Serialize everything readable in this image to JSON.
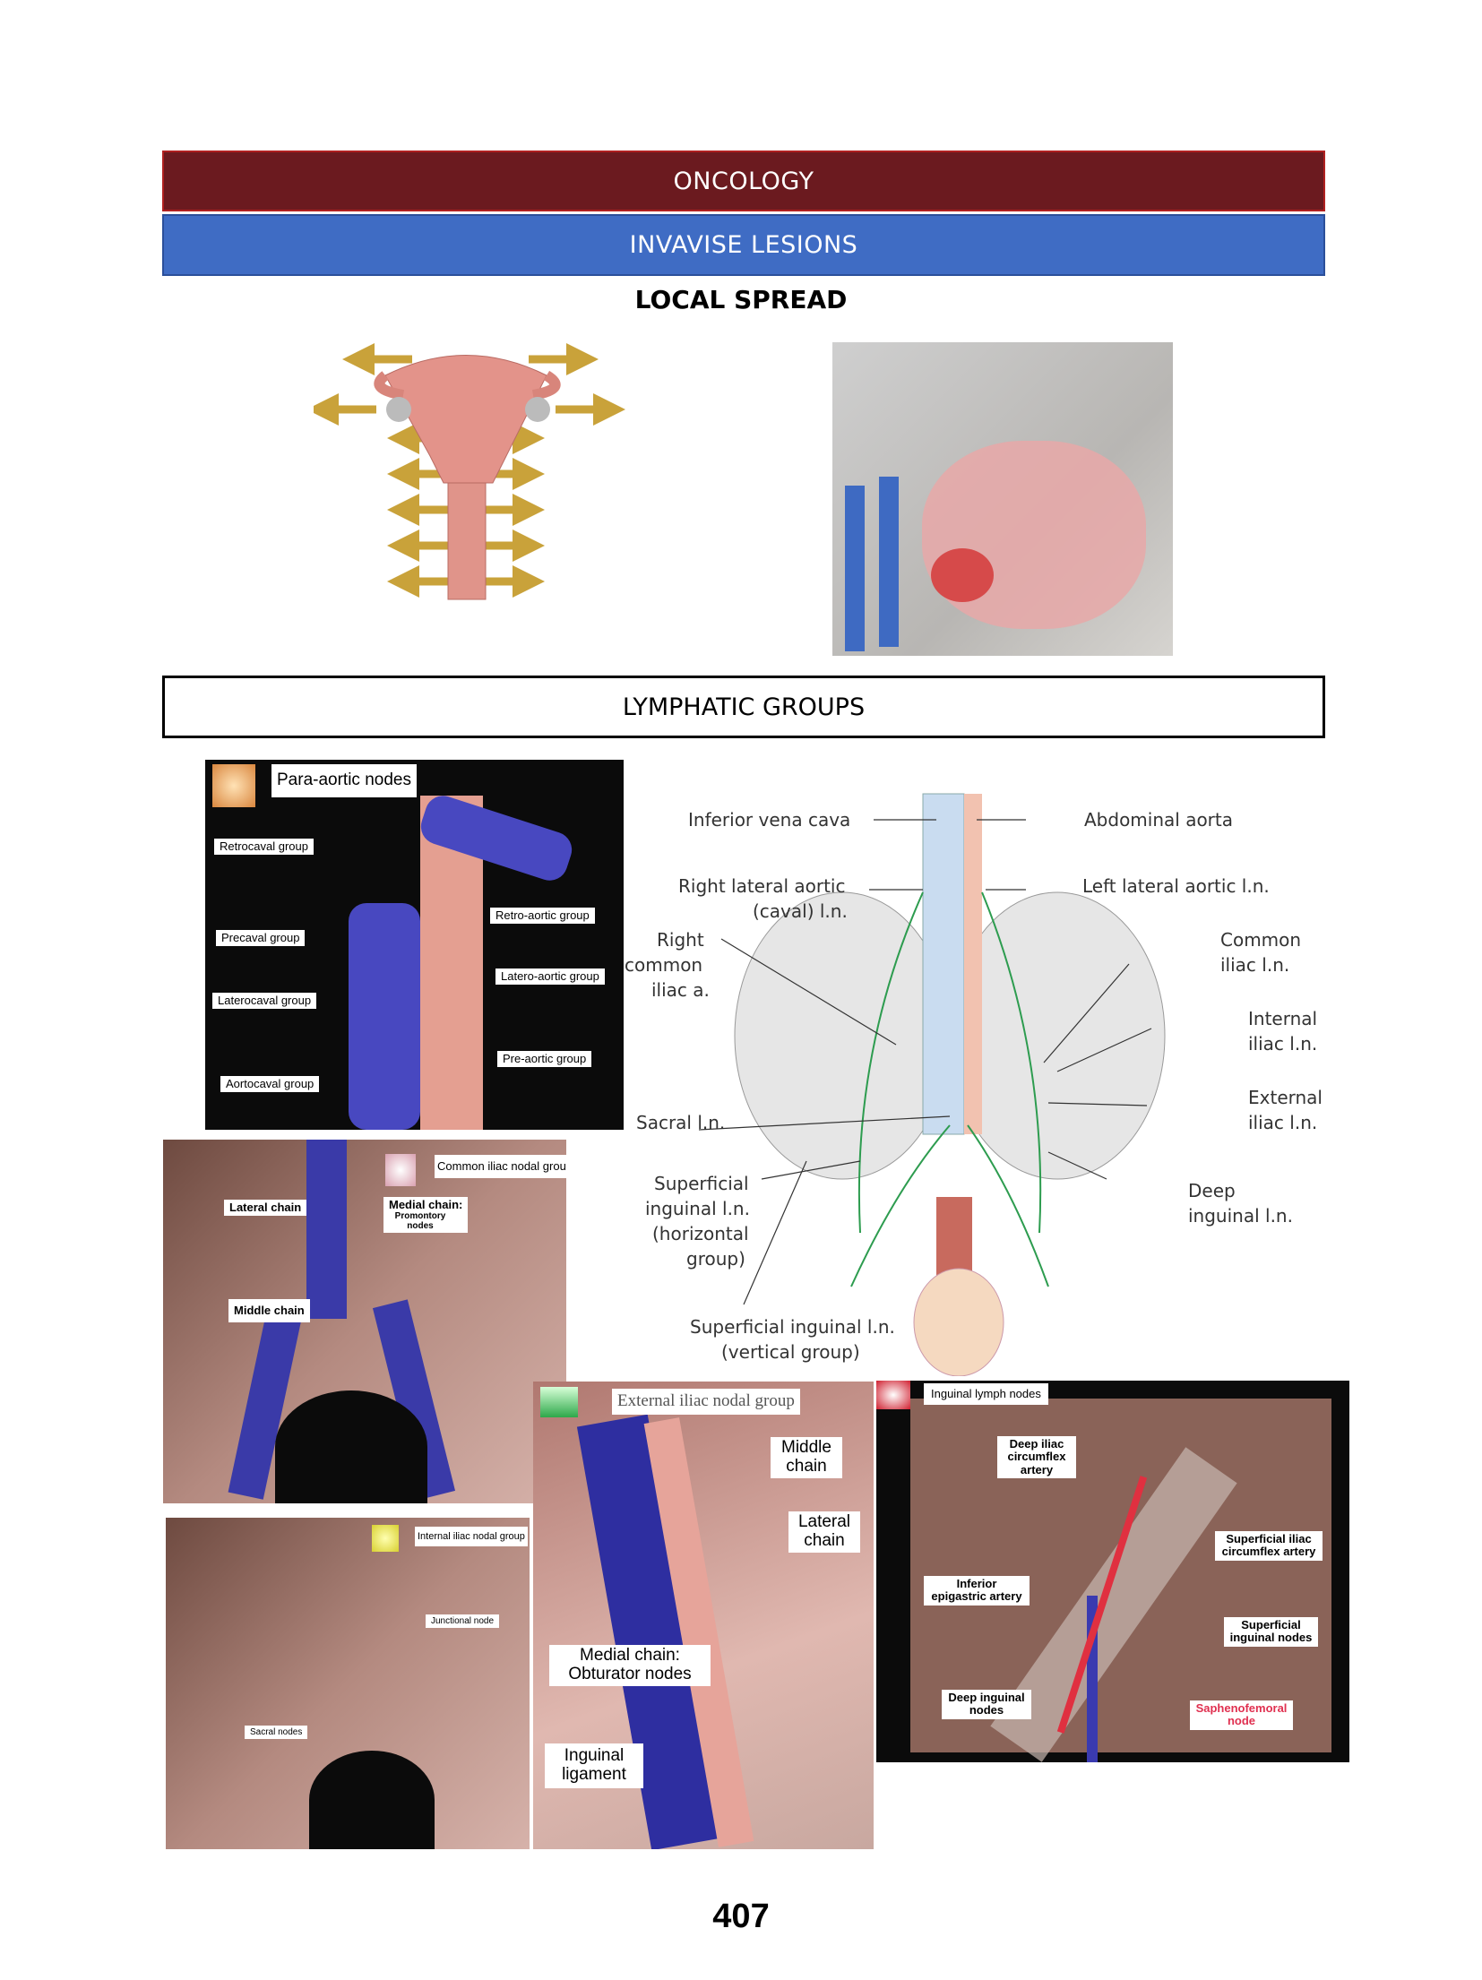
{
  "header": {
    "section": "ONCOLOGY",
    "subsection": "INVAVISE LESIONS",
    "heading": "LOCAL SPREAD",
    "lymph_heading": "LYMPHATIC GROUPS"
  },
  "para_aortic": {
    "title": "Para-aortic nodes",
    "labels": [
      "Retrocaval group",
      "Precaval group",
      "Laterocaval group",
      "Aortocaval group",
      "Retro-aortic group",
      "Latero-aortic group",
      "Pre-aortic group"
    ]
  },
  "diagram": {
    "labels": [
      "Inferior vena cava",
      "Abdominal aorta",
      "Right lateral aortic",
      "(caval) l.n.",
      "Left lateral aortic l.n.",
      "Right",
      "common",
      "iliac a.",
      "Common",
      "iliac l.n.",
      "Internal",
      "iliac l.n.",
      "External",
      "iliac l.n.",
      "Sacral l.n.",
      "Deep",
      "inguinal l.n.",
      "Superficial",
      "inguinal l.n.",
      "(horizontal",
      "group)",
      "Superficial inguinal l.n.",
      "(vertical group)"
    ]
  },
  "common_iliac": {
    "title": "Common iliac nodal group",
    "lateral": "Lateral chain",
    "medial": "Medial chain:",
    "medial_sub": "Promontory nodes",
    "middle": "Middle chain"
  },
  "internal_iliac": {
    "title": "Internal iliac nodal group",
    "junctional": "Junctional node",
    "sacral": "Sacral nodes"
  },
  "external_iliac": {
    "title": "External iliac nodal group",
    "middle": "Middle chain",
    "lateral": "Lateral chain",
    "medial": "Medial chain: Obturator nodes",
    "ligament": "Inguinal ligament"
  },
  "inguinal": {
    "title": "Inguinal lymph nodes",
    "deep_iliac": "Deep iliac circumflex artery",
    "sup_iliac": "Superficial iliac circumflex artery",
    "inf_epi": "Inferior epigastric artery",
    "sup_nodes": "Superficial inguinal nodes",
    "deep_nodes": "Deep inguinal nodes",
    "saphenofemoral": "Saphenofemoral node"
  },
  "page_number": "407"
}
